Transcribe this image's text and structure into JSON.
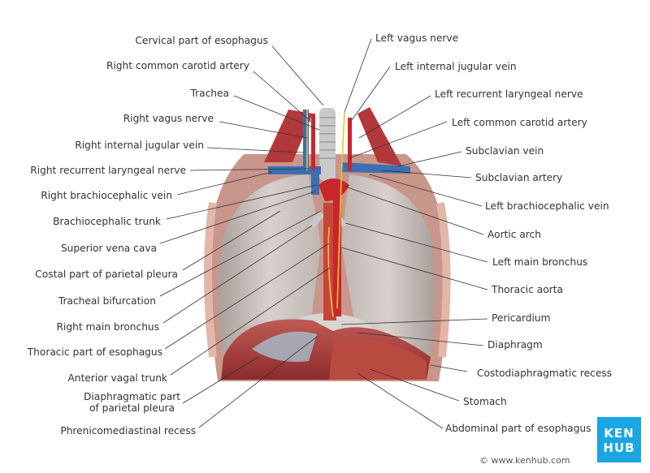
{
  "left_labels": [
    "Cervical part of esophagus",
    "Right common carotid artery",
    "Trachea",
    "Right vagus nerve",
    "Right internal jugular vein",
    "Right recurrent laryngeal nerve",
    "Right brachiocephalic vein",
    "Brachiocephalic trunk",
    "Superior vena cava",
    "Costal part of parietal pleura",
    "Tracheal bifurcation",
    "Right main bronchus",
    "Thoracic part of esophagus",
    "Anterior vagal trunk",
    "Diaphragmatic part\nof parietal pleura",
    "Phrenicomediastinal recess"
  ],
  "right_labels": [
    "Left vagus nerve",
    "Left internal jugular vein",
    "Left recurrent laryngeal nerve",
    "Left common carotid artery",
    "Subclavian vein",
    "Subclavian artery",
    "Left brachiocephalic vein",
    "Aortic arch",
    "Left main bronchus",
    "Thoracic aorta",
    "Pericardium",
    "Diaphragm",
    "Costodiaphragmatic recess",
    "Stomach",
    "Abdominal part of esophagus"
  ],
  "logo": {
    "line1": "KEN",
    "line2": "HUB"
  },
  "copyright": "© www.kenhub.com",
  "colors": {
    "muscle": "#b3383a",
    "lung": "#cfc8c4",
    "vein": "#3a6fb3",
    "artery": "#c8262b",
    "nerve": "#e8c43a",
    "leader": "#333333"
  }
}
